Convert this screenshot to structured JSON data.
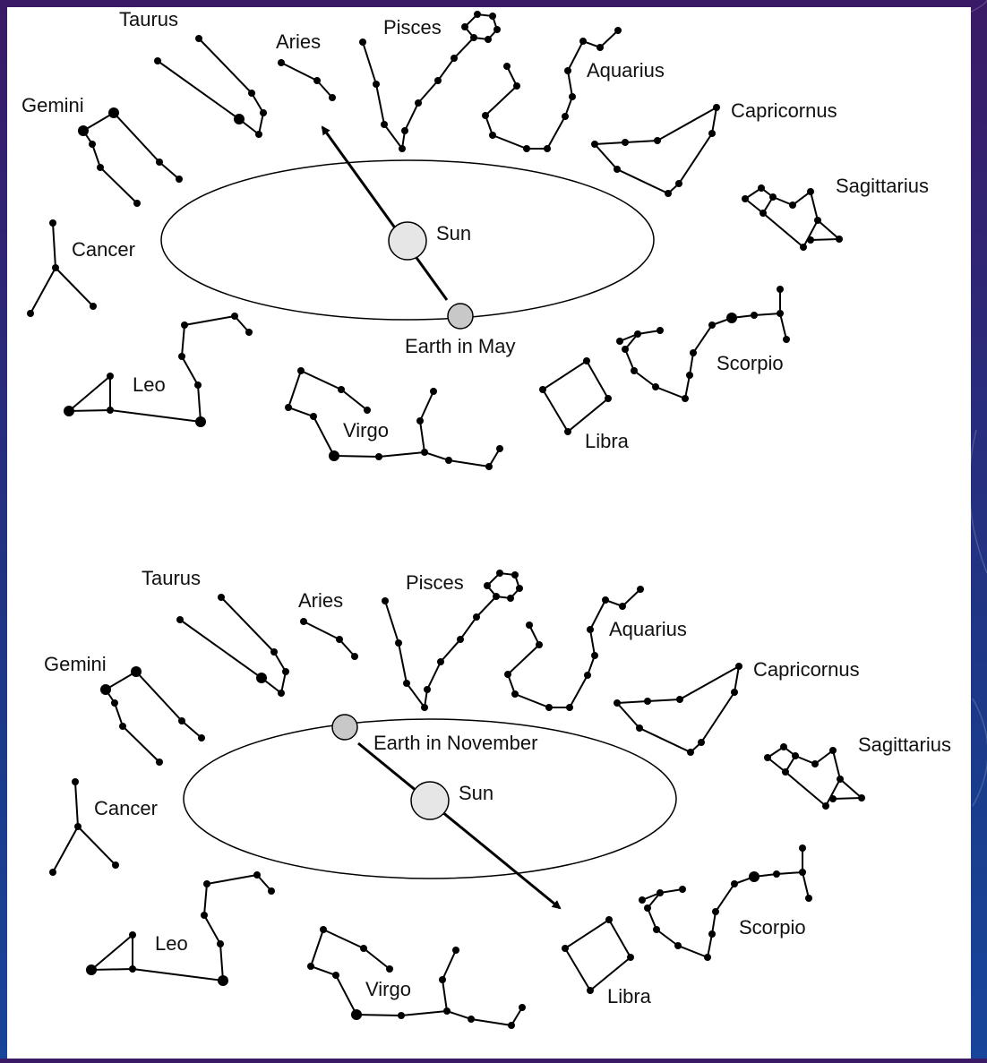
{
  "diagram": {
    "top": {
      "sun_label": "Sun",
      "earth_label": "Earth in May",
      "constellations": {
        "taurus": "Taurus",
        "aries": "Aries",
        "pisces": "Pisces",
        "aquarius": "Aquarius",
        "capricornus": "Capricornus",
        "sagittarius": "Sagittarius",
        "gemini": "Gemini",
        "cancer": "Cancer",
        "leo": "Leo",
        "virgo": "Virgo",
        "libra": "Libra",
        "scorpio": "Scorpio"
      }
    },
    "bottom": {
      "sun_label": "Sun",
      "earth_label": "Earth in November",
      "constellations": {
        "taurus": "Taurus",
        "aries": "Aries",
        "pisces": "Pisces",
        "aquarius": "Aquarius",
        "capricornus": "Capricornus",
        "sagittarius": "Sagittarius",
        "gemini": "Gemini",
        "cancer": "Cancer",
        "leo": "Leo",
        "virgo": "Virgo",
        "libra": "Libra",
        "scorpio": "Scorpio"
      }
    }
  }
}
